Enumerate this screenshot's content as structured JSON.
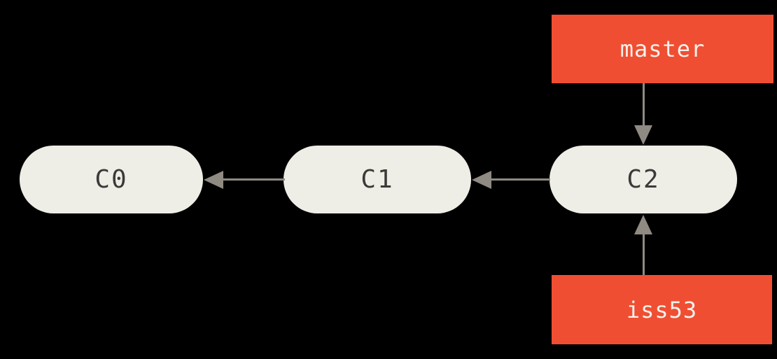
{
  "diagram": {
    "type": "git-commit-graph",
    "nodes": [
      {
        "id": "c0",
        "label": "C0"
      },
      {
        "id": "c1",
        "label": "C1"
      },
      {
        "id": "c2",
        "label": "C2"
      }
    ],
    "branches": [
      {
        "id": "master",
        "label": "master"
      },
      {
        "id": "iss53",
        "label": "iss53"
      }
    ],
    "edges": [
      {
        "from": "C1",
        "to": "C0",
        "direction": "left"
      },
      {
        "from": "C2",
        "to": "C1",
        "direction": "left"
      },
      {
        "from": "master",
        "to": "C2",
        "direction": "down"
      },
      {
        "from": "iss53",
        "to": "C2",
        "direction": "up"
      }
    ],
    "colors": {
      "background": "#000000",
      "node_fill": "#efeee6",
      "node_text": "#3a3a38",
      "branch_fill": "#f04e32",
      "branch_text": "#f3f1ec",
      "arrow": "#8f8a82"
    }
  }
}
